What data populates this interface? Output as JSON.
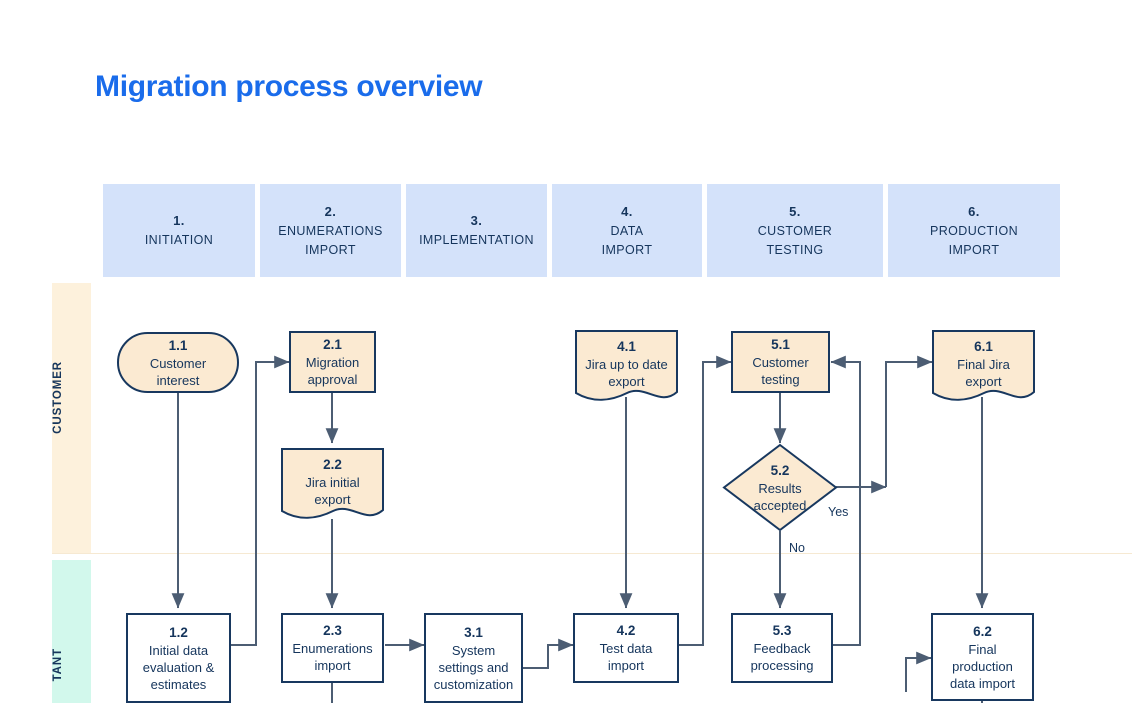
{
  "page": {
    "title": "Migration process overview",
    "title_color": "#1a6ceb"
  },
  "colors": {
    "header_fill": "#d4e2fa",
    "customer_lane": "#fdf1dc",
    "consultant_lane": "#d2f8ec",
    "node_fill_customer": "#fbead2",
    "node_fill_consultant": "#ffffff",
    "node_stroke": "#18385f",
    "text": "#15355c"
  },
  "lanes": [
    {
      "id": "customer",
      "label": "CUSTOMER"
    },
    {
      "id": "consultant",
      "label": "TANT"
    }
  ],
  "phases": [
    {
      "num": "1.",
      "name_line1": "INITIATION",
      "name_line2": ""
    },
    {
      "num": "2.",
      "name_line1": "ENUMERATIONS",
      "name_line2": "IMPORT"
    },
    {
      "num": "3.",
      "name_line1": "IMPLEMENTATION",
      "name_line2": ""
    },
    {
      "num": "4.",
      "name_line1": "DATA",
      "name_line2": "IMPORT"
    },
    {
      "num": "5.",
      "name_line1": "CUSTOMER",
      "name_line2": "TESTING"
    },
    {
      "num": "6.",
      "name_line1": "PRODUCTION",
      "name_line2": "IMPORT"
    }
  ],
  "nodes": {
    "n11": {
      "num": "1.1",
      "line1": "Customer",
      "line2": "interest",
      "shape": "stadium",
      "lane": "customer"
    },
    "n21": {
      "num": "2.1",
      "line1": "Migration",
      "line2": "approval",
      "shape": "rect",
      "lane": "customer"
    },
    "n22": {
      "num": "2.2",
      "line1": "Jira initial",
      "line2": "export",
      "shape": "document",
      "lane": "customer"
    },
    "n41": {
      "num": "4.1",
      "line1": "Jira up to date",
      "line2": "export",
      "shape": "document",
      "lane": "customer"
    },
    "n51": {
      "num": "5.1",
      "line1": "Customer",
      "line2": "testing",
      "shape": "rect",
      "lane": "customer"
    },
    "n52": {
      "num": "5.2",
      "line1": "Results",
      "line2": "accepted",
      "shape": "diamond",
      "lane": "customer"
    },
    "n61": {
      "num": "6.1",
      "line1": "Final Jira",
      "line2": "export",
      "shape": "document",
      "lane": "customer"
    },
    "n12": {
      "num": "1.2",
      "line1": "Initial data",
      "line2": "evaluation &",
      "line3": "estimates",
      "shape": "rect",
      "lane": "consultant"
    },
    "n23": {
      "num": "2.3",
      "line1": "Enumerations",
      "line2": "import",
      "shape": "rect",
      "lane": "consultant"
    },
    "n31": {
      "num": "3.1",
      "line1": "System",
      "line2": "settings and",
      "line3": "customization",
      "shape": "rect",
      "lane": "consultant"
    },
    "n42": {
      "num": "4.2",
      "line1": "Test data",
      "line2": "import",
      "shape": "rect",
      "lane": "consultant"
    },
    "n53": {
      "num": "5.3",
      "line1": "Feedback",
      "line2": "processing",
      "shape": "rect",
      "lane": "consultant"
    },
    "n62": {
      "num": "6.2",
      "line1": "Final",
      "line2": "production",
      "line3": "data import",
      "shape": "rect",
      "lane": "consultant"
    }
  },
  "edge_labels": {
    "yes": "Yes",
    "no": "No"
  }
}
